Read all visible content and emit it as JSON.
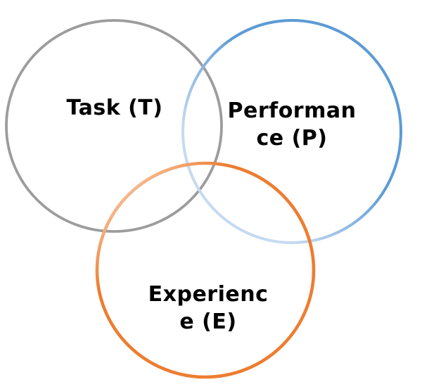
{
  "diagram": {
    "type": "venn",
    "task": {
      "label": "Task (T)",
      "lines": [
        "Task (T)"
      ]
    },
    "performance": {
      "label": "Performance (P)",
      "lines": [
        "Performan",
        "ce (P)"
      ]
    },
    "experience": {
      "label": "Experience (E)",
      "lines": [
        "Experienc",
        "e (E)"
      ]
    }
  },
  "colors": {
    "background": "#FFFFFF",
    "text": "#000000",
    "task_stroke": "#9C9C9C",
    "performance_dark": "#5B9BD5",
    "performance_light": "#C5DAF1",
    "experience_dark": "#ED7D31",
    "experience_light": "#F7CBAA"
  }
}
